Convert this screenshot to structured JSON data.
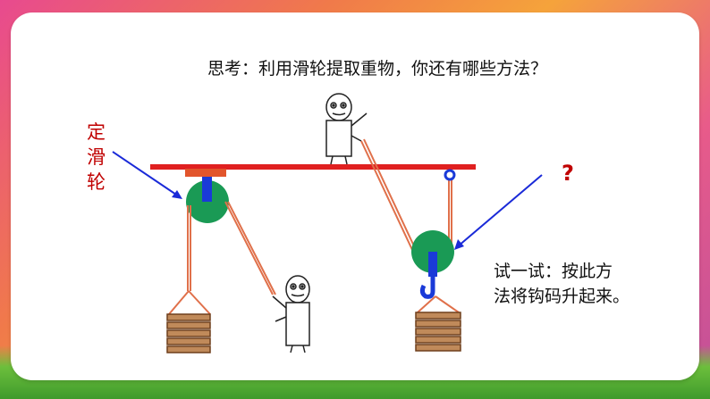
{
  "title": "思考：利用滑轮提取重物，你还有哪些方法？",
  "fixed_pulley_label": [
    "定",
    "滑",
    "轮"
  ],
  "question_mark": "?",
  "try_text": {
    "line1": "试一试：按此方",
    "line2": "法将钩码升起来。"
  },
  "colors": {
    "rope": "#e0704a",
    "beam": "#e02020",
    "pulley": "#1a9a55",
    "axle": "#1a3ad8",
    "arrow": "#1a2ad8",
    "label_red": "#c00000",
    "box": "#c08a5a"
  },
  "icons": [
    "stick-figure-icon",
    "weight-stack-icon",
    "hook-icon"
  ]
}
